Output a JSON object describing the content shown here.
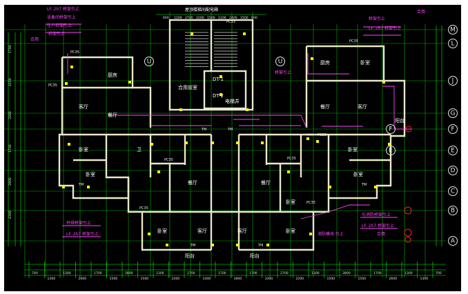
{
  "colors": {
    "background": "#000000",
    "wall": "#e9e9c8",
    "gridline": "#00b400",
    "dimension": "#00ff00",
    "annotation": "#ff44ff",
    "label": "#ffffff",
    "equipment": "#ffff00",
    "axis_bubble": "#e8e8e8",
    "stair": "#d8d8d8"
  },
  "grid_axes_right": [
    "M",
    "L",
    "J",
    "G",
    "F",
    "E",
    "D",
    "C",
    "B",
    "A"
  ],
  "grid_axes_center": [
    "U",
    "U"
  ],
  "grid_axes_left": [
    "F",
    "E"
  ],
  "rooms": [
    {
      "id": "living-left",
      "text": "客厅"
    },
    {
      "id": "kitchen-left",
      "text": "厨房"
    },
    {
      "id": "dining-left",
      "text": "餐厅"
    },
    {
      "id": "bed-left-1",
      "text": "卧室"
    },
    {
      "id": "bed-left-2",
      "text": "卧室"
    },
    {
      "id": "bath-left",
      "text": "卫"
    },
    {
      "id": "bed-bottom-left",
      "text": "卧室"
    },
    {
      "id": "living-bottom-left",
      "text": "客厅"
    },
    {
      "id": "living-bottom-right",
      "text": "客厅"
    },
    {
      "id": "bed-bottom-right",
      "text": "卧室"
    },
    {
      "id": "dining-center-left",
      "text": "餐厅"
    },
    {
      "id": "dining-center-right",
      "text": "餐厅"
    },
    {
      "id": "kitchen-right",
      "text": "厨房"
    },
    {
      "id": "bed-right-top",
      "text": "卧室"
    },
    {
      "id": "dining-right",
      "text": "餐厅"
    },
    {
      "id": "living-right",
      "text": "客厅"
    },
    {
      "id": "bed-right-1",
      "text": "卧室"
    },
    {
      "id": "bed-right-2",
      "text": "卧室"
    },
    {
      "id": "bed-right-3",
      "text": "卧室"
    },
    {
      "id": "balcony-right",
      "text": "阳台"
    },
    {
      "id": "balcony-bottom-left",
      "text": "阳台"
    },
    {
      "id": "balcony-bottom-right",
      "text": "阳台"
    },
    {
      "id": "elevator-1",
      "text": "DT-1"
    },
    {
      "id": "elevator-2",
      "text": "DT-2"
    },
    {
      "id": "elevator-hall",
      "text": "合用前室"
    },
    {
      "id": "shaft",
      "text": "电梯井"
    }
  ],
  "top_label": "屋顶楼梯间配电箱",
  "annotations": [
    {
      "id": "note-top-left-1",
      "text": "LF. 2h7 桥架引上"
    },
    {
      "id": "note-top-left-2",
      "text": "设备间桥架引上"
    },
    {
      "id": "note-top-left-3",
      "text": "住户桥架引上"
    },
    {
      "id": "note-left-1",
      "text": "桥架引上"
    },
    {
      "id": "note-left-2",
      "text": "合用"
    },
    {
      "id": "note-center",
      "text": "桥架引上"
    },
    {
      "id": "note-right-1",
      "text": "桥架引上"
    },
    {
      "id": "note-right-2",
      "text": "LF. 2h7 桥架引上"
    },
    {
      "id": "note-right-3",
      "text": "合用"
    },
    {
      "id": "note-bottom-left-1",
      "text": "并排桥架引上"
    },
    {
      "id": "note-bottom-left-2",
      "text": "LF. 2h7 桥架引上"
    },
    {
      "id": "note-bottom-right-1",
      "text": "与消防桥架引上"
    },
    {
      "id": "note-bottom-right-2",
      "text": "LF. 2h7 桥架引上"
    },
    {
      "id": "note-bottom-right-3",
      "text": "合用"
    },
    {
      "id": "note-bottom-mid",
      "text": "消防模块 引上"
    }
  ],
  "equipment_labels": [
    {
      "id": "pc-top",
      "text": "PC33"
    },
    {
      "id": "pc-left-top",
      "text": "PC35"
    },
    {
      "id": "pc-right-top",
      "text": "PC35"
    },
    {
      "id": "pc-center-left",
      "text": "PC35"
    },
    {
      "id": "pc-center-right",
      "text": "PC35"
    },
    {
      "id": "pc-left-mid",
      "text": "PC35"
    },
    {
      "id": "pc-right-mid",
      "text": "PC35"
    },
    {
      "id": "pc-bottom-left",
      "text": "PC35"
    },
    {
      "id": "pc-bottom-right",
      "text": "PC35"
    },
    {
      "id": "tm-left",
      "text": "TM"
    },
    {
      "id": "tm-right",
      "text": "TM"
    },
    {
      "id": "tm-center-left",
      "text": "TM"
    },
    {
      "id": "tm-center-right",
      "text": "TM"
    },
    {
      "id": "tm-bottom-left",
      "text": "TM"
    },
    {
      "id": "tm-bottom-right",
      "text": "TM"
    }
  ],
  "dims_bottom": [
    "700",
    "1300",
    "1300",
    "2600",
    "1700",
    "1500",
    "2800",
    "1500",
    "1300",
    "2200",
    "2700",
    "3300",
    "1700",
    "1800",
    "1700",
    "3300",
    "2700",
    "2200",
    "1300",
    "1500",
    "2800",
    "1500",
    "1700",
    "2600",
    "1300",
    "1300",
    "700"
  ],
  "dims_top": [
    "600",
    "1200",
    "2700",
    "2200",
    "1500",
    "1100",
    "2400",
    "1500",
    "600"
  ],
  "dims_left": [
    "1700",
    "4150",
    "3300",
    "1700",
    "2900",
    "4300"
  ]
}
